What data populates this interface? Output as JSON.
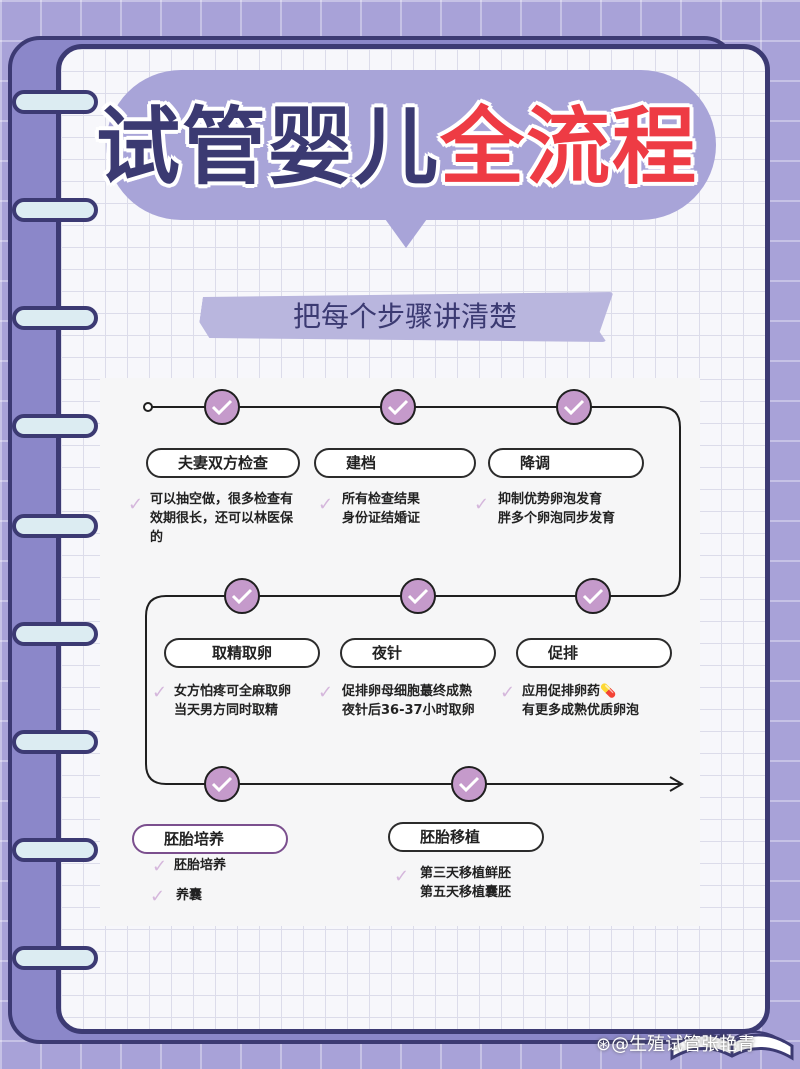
{
  "header": {
    "title_part1": "试管婴儿",
    "title_part2": "全流程",
    "subtitle": "把每个步骤讲清楚"
  },
  "colors": {
    "background": "#a8a2d8",
    "frame": "#3c3a73",
    "title_dark": "#3b3a72",
    "title_red": "#ee3b44",
    "step_circle": "#c59acb",
    "tick": "#d5b7dc"
  },
  "steps": [
    {
      "label": "夫妻双方检查",
      "lines": [
        "可以抽空做，很多检查有",
        "效期很长，还可以林医保",
        "的"
      ]
    },
    {
      "label": "建档",
      "lines": [
        "所有检查结果",
        "身份证结婚证"
      ]
    },
    {
      "label": "降调",
      "lines": [
        "抑制优势卵泡发育",
        "胖多个卵泡同步发育"
      ]
    },
    {
      "label": "取精取卵",
      "lines": [
        "女方怕疼可全麻取卵",
        "当天男方同时取精"
      ]
    },
    {
      "label": "夜针",
      "lines": [
        "促排卵母细胞蕞终成熟",
        "夜针后36-37小时取卵"
      ]
    },
    {
      "label": "促排",
      "lines": [
        "应用促排卵药💊",
        "有更多成熟优质卵泡"
      ]
    },
    {
      "label": "胚胎培养",
      "items": [
        "胚胎培养",
        "养囊"
      ]
    },
    {
      "label": "胚胎移植",
      "lines": [
        "第三天移植鲜胚",
        "第五天移植囊胚"
      ]
    }
  ],
  "watermark": "⊛@生殖试管张艳青",
  "icons": [
    "check-icon",
    "book-icon"
  ]
}
